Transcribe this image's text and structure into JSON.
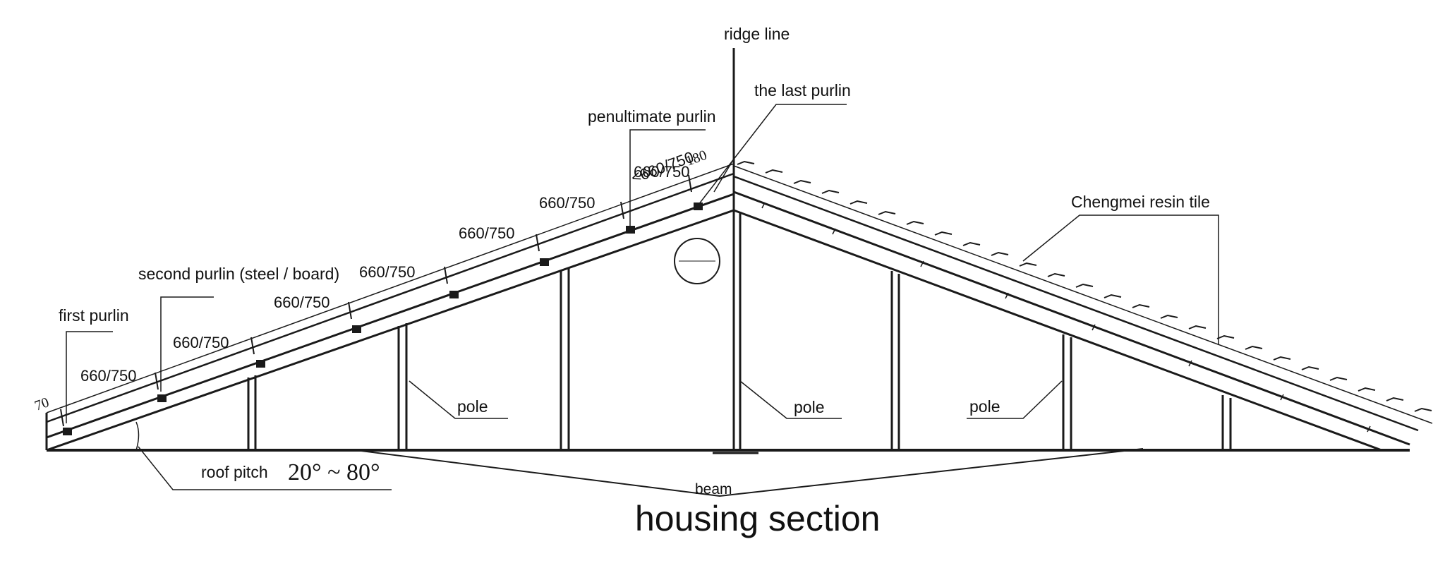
{
  "labels": {
    "ridge_line": "ridge line",
    "last_purlin": "the last purlin",
    "penultimate_purlin": "penultimate purlin",
    "resin_tile": "Chengmei resin tile",
    "second_purlin": "second purlin (steel / board)",
    "first_purlin": "first purlin",
    "pole": "pole",
    "roof_pitch": "roof pitch",
    "roof_pitch_value": "20° ~ 80°",
    "beam": "beam",
    "title": "housing section"
  },
  "dimensions": {
    "spacing": "660/750",
    "spacings": [
      "660/750",
      "660/750",
      "660/750",
      "660/750",
      "660/750",
      "660/750",
      "660/750",
      "<660/750"
    ],
    "edge_offset": "70",
    "ridge_offset": "180"
  },
  "colors": {
    "line": "#1a1a1a",
    "background": "#ffffff"
  }
}
